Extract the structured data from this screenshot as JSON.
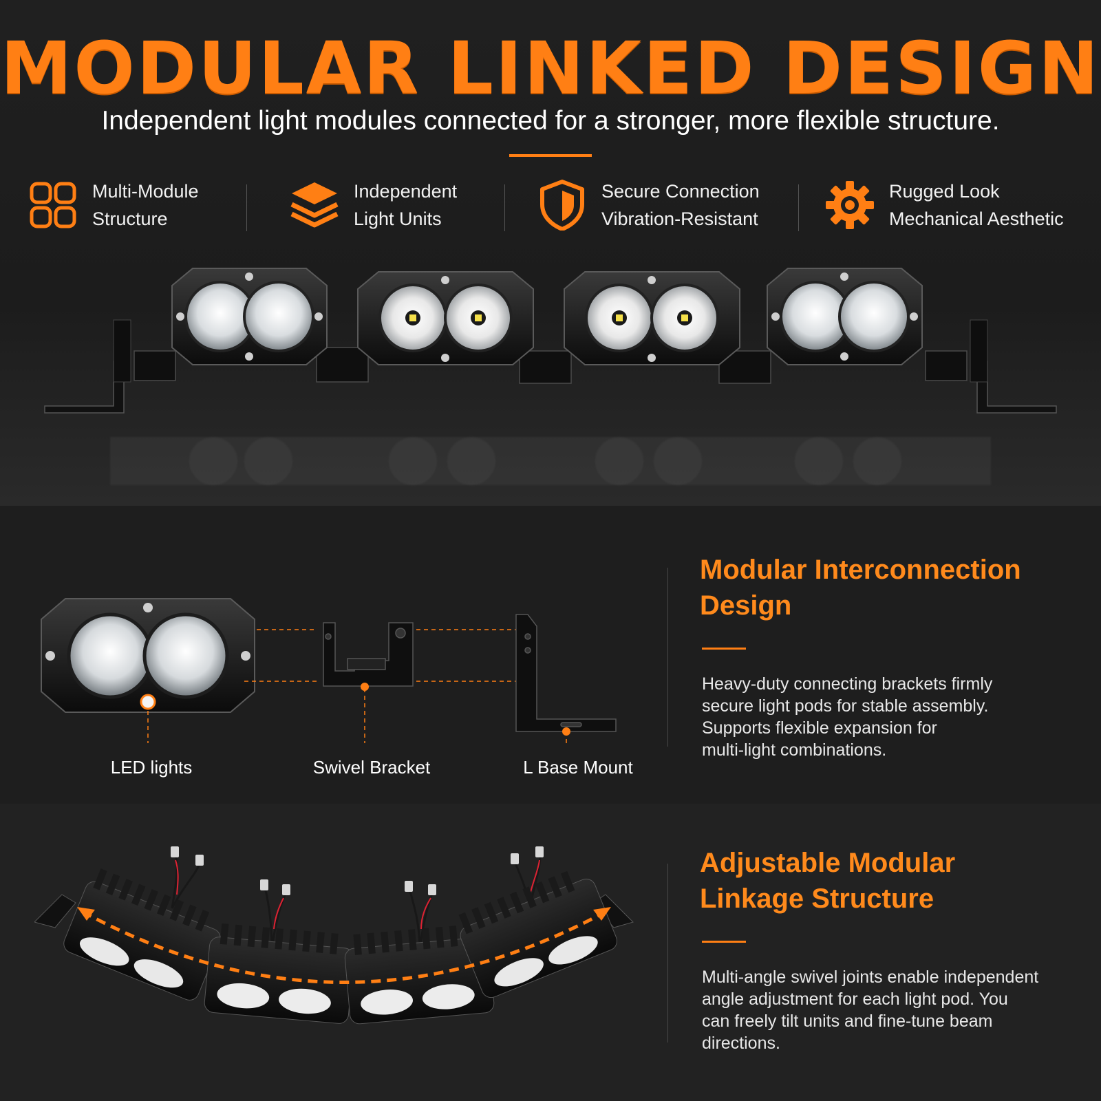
{
  "header": {
    "title": "MODULAR LINKED DESIGN",
    "subtitle": "Independent light modules connected for a stronger, more flexible structure."
  },
  "features": [
    {
      "icon": "grid-icon",
      "line1": "Multi-Module",
      "line2": "Structure"
    },
    {
      "icon": "layers-icon",
      "line1": "Independent",
      "line2": "Light Units"
    },
    {
      "icon": "shield-icon",
      "line1": "Secure Connection",
      "line2": "Vibration-Resistant"
    },
    {
      "icon": "gear-icon",
      "line1": "Rugged Look",
      "line2": "Mechanical Aesthetic"
    }
  ],
  "interconnect": {
    "title_line1": "Modular Interconnection",
    "title_line2": "Design",
    "body_lines": [
      "Heavy-duty connecting brackets firmly",
      "secure light pods for stable assembly.",
      "Supports flexible expansion for",
      "multi-light combinations."
    ],
    "parts": [
      "LED lights",
      "Swivel Bracket",
      "L Base Mount"
    ]
  },
  "adjustable": {
    "title_line1": "Adjustable Modular",
    "title_line2": "Linkage Structure",
    "body_lines": [
      "Multi-angle swivel joints enable independent",
      "angle adjustment for each light pod. You",
      "can freely tilt units and fine-tune beam",
      "directions."
    ]
  },
  "colors": {
    "accent": "#ff7f14",
    "background": "#1b1b1b",
    "text": "#ffffff"
  }
}
